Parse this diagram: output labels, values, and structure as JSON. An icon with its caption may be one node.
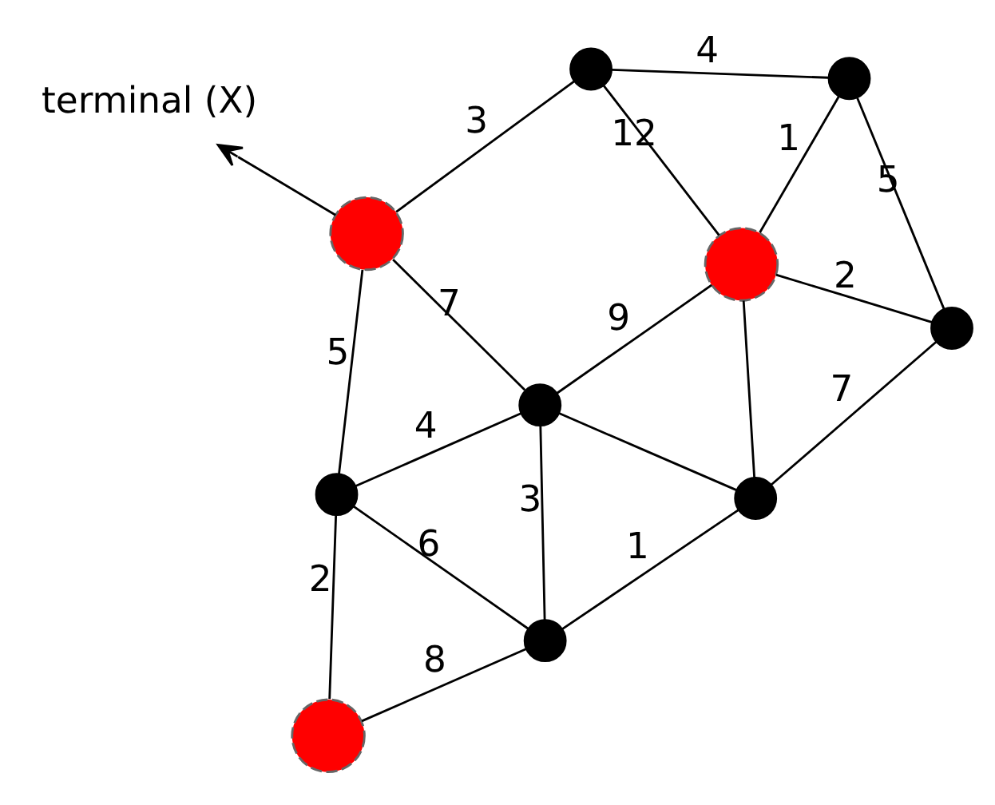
{
  "diagram": {
    "nodes": [
      {
        "text": [
          "terminal (X)"
        ]
      },
      {
        "text": [],
        "shape": "circle"
      },
      {
        "text": [],
        "shape": "circle"
      },
      {
        "text": [],
        "shape": "circle"
      },
      {
        "text": [],
        "shape": "circle"
      },
      {
        "text": [],
        "shape": "circle"
      },
      {
        "text": [],
        "shape": "circle"
      },
      {
        "text": [],
        "shape": "circle"
      },
      {
        "text": [],
        "shape": "circle"
      },
      {
        "text": [],
        "shape": "circle"
      },
      {
        "text": [],
        "shape": "circle"
      }
    ],
    "edges": [
      {
        "from": 3,
        "to": 0,
        "arrow": "to"
      },
      {
        "from": 1,
        "to": 2,
        "arrow": "none",
        "label": "4"
      },
      {
        "from": 1,
        "to": 4,
        "arrow": "none",
        "label": "1"
      },
      {
        "from": 1,
        "to": 7,
        "arrow": "none",
        "label": "5"
      },
      {
        "from": 2,
        "to": 3,
        "arrow": "none",
        "label": "3"
      },
      {
        "from": 2,
        "to": 4,
        "arrow": "none",
        "label": "12"
      },
      {
        "from": 3,
        "to": 5,
        "arrow": "none",
        "label": "7"
      },
      {
        "from": 3,
        "to": 6,
        "arrow": "none",
        "label": "5"
      },
      {
        "from": 4,
        "to": 5,
        "arrow": "none",
        "label": "9"
      },
      {
        "from": 4,
        "to": 7,
        "arrow": "none",
        "label": "2"
      },
      {
        "from": 4,
        "to": 8,
        "arrow": "none"
      },
      {
        "from": 5,
        "to": 6,
        "arrow": "none",
        "label": "4"
      },
      {
        "from": 5,
        "to": 8,
        "arrow": "none"
      },
      {
        "from": 5,
        "to": 9,
        "arrow": "none",
        "label": "3"
      },
      {
        "from": 6,
        "to": 9,
        "arrow": "none",
        "label": "6"
      },
      {
        "from": 6,
        "to": 10,
        "arrow": "none",
        "label": "2"
      },
      {
        "from": 7,
        "to": 8,
        "arrow": "none",
        "label": "7"
      },
      {
        "from": 8,
        "to": 9,
        "arrow": "none",
        "label": "1"
      },
      {
        "from": 9,
        "to": 10,
        "arrow": "none",
        "label": "8"
      }
    ]
  }
}
